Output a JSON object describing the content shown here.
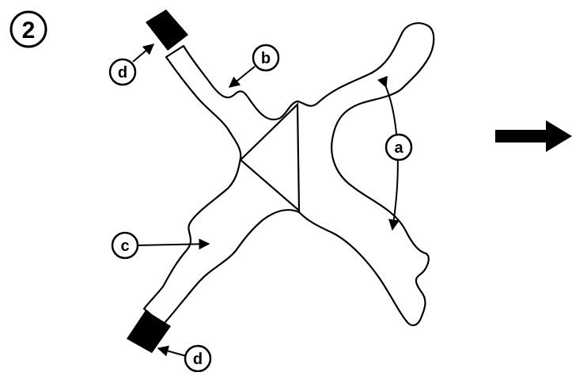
{
  "step_number": "2",
  "labels": {
    "a": "a",
    "b": "b",
    "c": "c",
    "d_top": "d",
    "d_bottom": "d"
  },
  "next_arrow_icon": "right-arrow-icon",
  "colors": {
    "ink": "#000000",
    "background": "#ffffff"
  }
}
